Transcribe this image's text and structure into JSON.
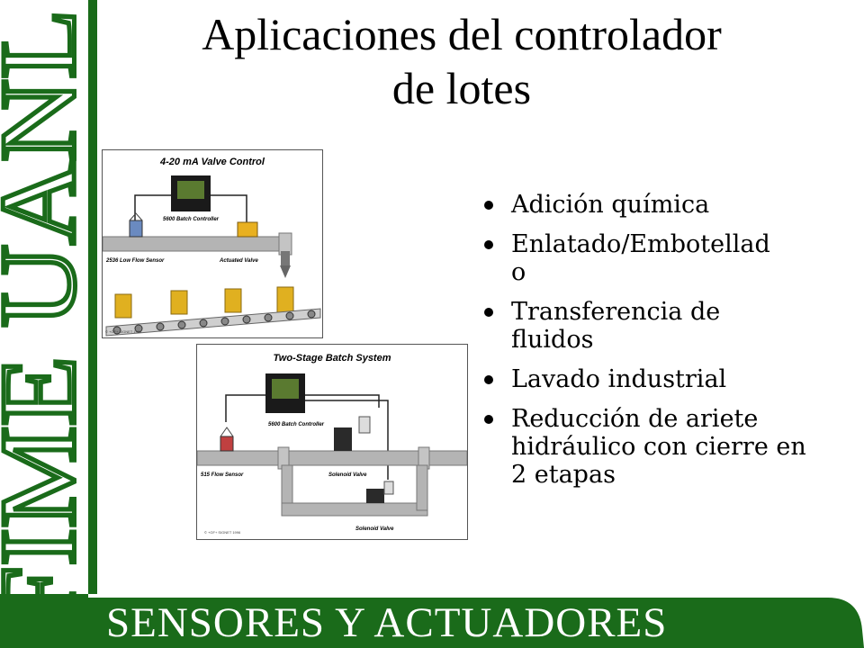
{
  "slide": {
    "title_line1": "Aplicaciones del controlador",
    "title_line2": "de lotes",
    "bullets": [
      "Adición química",
      "Enlatado/Embotellado",
      "Transferencia de fluidos",
      "Lavado industrial",
      "Reducción de ariete hidráulico con cierre en 2 etapas"
    ],
    "footer": "SENSORES Y ACTUADORES",
    "side_label": "FIME UANL"
  },
  "figure1": {
    "title": "4-20 mA Valve Control",
    "controller_label": "5600 Batch Controller",
    "sensor_label": "2536 Low Flow Sensor",
    "valve_label": "Actuated Valve",
    "copyright": "© +GF+ SIGNET 1996"
  },
  "figure2": {
    "title": "Two-Stage Batch System",
    "controller_label": "5600 Batch Controller",
    "sensor_label": "515 Flow Sensor",
    "valve1_label": "Solenoid Valve",
    "valve2_label": "Solenoid Valve",
    "copyright": "© +GF+ SIGNET 1996"
  },
  "colors": {
    "brand_green": "#1a6b1a",
    "pipe_gray": "#b4b4b4",
    "barrel_yellow": "#e0b020"
  }
}
